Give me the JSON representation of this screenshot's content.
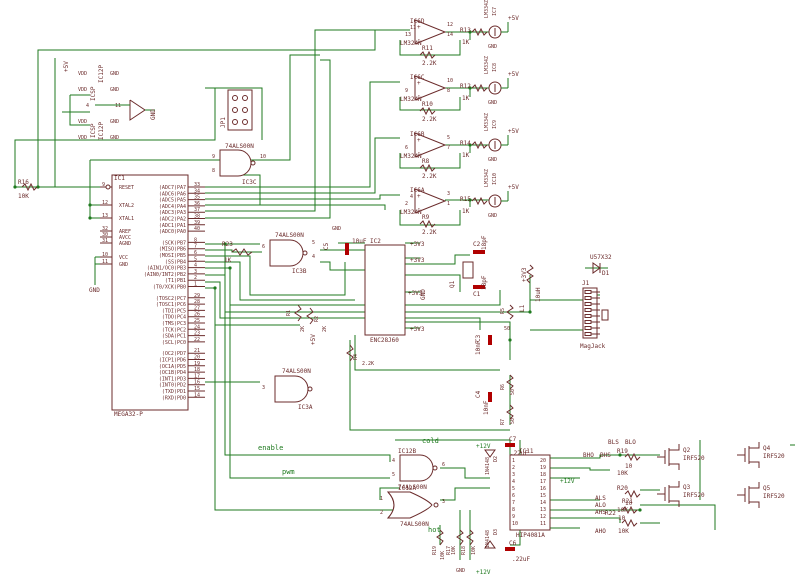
{
  "opamps": [
    {
      "ref": "IC6D",
      "part": "LM324N",
      "p_plus": "12",
      "p_minus": "13",
      "p_out": "14",
      "p_v": "11",
      "r_top": "R13",
      "r_top_v": "1K",
      "r_fb": "R11",
      "r_fb_v": "2.2K",
      "led": "LM334Z",
      "led_ref": "IC7",
      "vcc": "+5V",
      "gnd": "GND"
    },
    {
      "ref": "IC6C",
      "part": "LM324N",
      "p_plus": "10",
      "p_minus": "9",
      "p_out": "8",
      "p_v": "",
      "r_top": "R12",
      "r_top_v": "1K",
      "r_fb": "R10",
      "r_fb_v": "2.2K",
      "led": "LM334Z",
      "led_ref": "IC8",
      "vcc": "+5V",
      "gnd": "GND"
    },
    {
      "ref": "IC6B",
      "part": "LM324N",
      "p_plus": "5",
      "p_minus": "6",
      "p_out": "7",
      "p_v": "",
      "r_top": "R14",
      "r_top_v": "1K",
      "r_fb": "R8",
      "r_fb_v": "2.2K",
      "led": "LM334Z",
      "led_ref": "IC9",
      "vcc": "+5V",
      "gnd": "GND"
    },
    {
      "ref": "IC6A",
      "part": "LM324N",
      "p_plus": "3",
      "p_minus": "2",
      "p_out": "1",
      "p_v": "4",
      "r_top": "R15",
      "r_top_v": "1K",
      "r_fb": "R9",
      "r_fb_v": "2.2K",
      "led": "LM334Z",
      "led_ref": "IC10",
      "vcc": "+5V",
      "gnd": "GND"
    }
  ],
  "isp": {
    "labels": [
      "+5V",
      "IC12P",
      "ICSP",
      "ICSP",
      "IC12P"
    ],
    "pins": [
      "VDD",
      "VDD",
      "4",
      "VDD",
      "VDD"
    ],
    "gnds": [
      "GND",
      "GND",
      "11",
      "GND",
      "GND"
    ],
    "gnd_right": "GND",
    "jp_ref": "JP1"
  },
  "r16": {
    "ref": "R16",
    "value": "10K"
  },
  "mcu": {
    "ref": "IC1",
    "name": "MEGA32-P",
    "left_pins": [
      {
        "n": "9",
        "label": "RESET"
      },
      {
        "n": "12",
        "label": "XTAL2"
      },
      {
        "n": "13",
        "label": "XTAL1"
      },
      {
        "n": "32",
        "label": "AREF"
      },
      {
        "n": "30",
        "label": "AVCC"
      },
      {
        "n": "31",
        "label": "AGND"
      },
      {
        "n": "10",
        "label": "VCC"
      },
      {
        "n": "11",
        "label": "GND"
      }
    ],
    "right_pins": [
      {
        "n": "33",
        "label": "(ADC7)PA7"
      },
      {
        "n": "34",
        "label": "(ADC6)PA6"
      },
      {
        "n": "35",
        "label": "(ADC5)PA5"
      },
      {
        "n": "36",
        "label": "(ADC4)PA4"
      },
      {
        "n": "37",
        "label": "(ADC3)PA3"
      },
      {
        "n": "38",
        "label": "(ADC2)PA2"
      },
      {
        "n": "39",
        "label": "(ADC1)PA1"
      },
      {
        "n": "40",
        "label": "(ADC0)PA0"
      },
      {
        "n": "8",
        "label": "(SCK)PB7"
      },
      {
        "n": "7",
        "label": "(MISO)PB6"
      },
      {
        "n": "6",
        "label": "(MOSI)PB5"
      },
      {
        "n": "5",
        "label": "(SS)PB4"
      },
      {
        "n": "4",
        "label": "(AIN1/OC0)PB3"
      },
      {
        "n": "3",
        "label": "(AIN0/INT2)PB2"
      },
      {
        "n": "2",
        "label": "(T1)PB1"
      },
      {
        "n": "1",
        "label": "(T0/XCK)PB0"
      },
      {
        "n": "29",
        "label": "(TOSC2)PC7"
      },
      {
        "n": "28",
        "label": "(TOSC1)PC6"
      },
      {
        "n": "27",
        "label": "(TDI)PC5"
      },
      {
        "n": "26",
        "label": "(TDO)PC4"
      },
      {
        "n": "25",
        "label": "(TMS)PC3"
      },
      {
        "n": "24",
        "label": "(TCK)PC2"
      },
      {
        "n": "23",
        "label": "(SDA)PC1"
      },
      {
        "n": "22",
        "label": "(SCL)PC0"
      },
      {
        "n": "21",
        "label": "(OC2)PD7"
      },
      {
        "n": "20",
        "label": "(ICP1)PD6"
      },
      {
        "n": "19",
        "label": "(OC1A)PD5"
      },
      {
        "n": "18",
        "label": "(OC1B)PD4"
      },
      {
        "n": "17",
        "label": "(INT1)PD3"
      },
      {
        "n": "16",
        "label": "(INT0)PD2"
      },
      {
        "n": "15",
        "label": "(TXD)PD1"
      },
      {
        "n": "14",
        "label": "(RXD)PD0"
      }
    ],
    "gnd": "GND"
  },
  "ic3c": {
    "ref": "IC3C",
    "part": "74ALS00N",
    "p1": "9",
    "p2": "8",
    "p3": "10"
  },
  "ic3b": {
    "ref": "IC3B",
    "part": "74ALS00N",
    "p1": "5",
    "p2": "4",
    "p3": "6"
  },
  "ic3a": {
    "ref": "IC3A",
    "part": "74ALS00N",
    "p1": "1",
    "p2": "2",
    "p3": "3"
  },
  "r23": {
    "ref": "R23",
    "value": "1K"
  },
  "enc": {
    "ref": "IC2",
    "name": "ENC28J60",
    "c5": "C5",
    "c5v": "10uF",
    "gnd": "GND",
    "rails": [
      "+3V3",
      "+3V3",
      "+3V3",
      "+3V3"
    ],
    "r_left": [
      "R1",
      "R2"
    ],
    "r_left_v": [
      "2K",
      "2K"
    ],
    "plus5": "+5V",
    "r4": "R4",
    "r4v": "2.2K"
  },
  "xtal": {
    "q": "Q1",
    "c2": "C2",
    "c2v": "18pF",
    "c1": "C1",
    "c1v": "18pF",
    "gnd": "GND"
  },
  "magjack": {
    "ref": "J1",
    "name": "MagJack",
    "l1": "L1",
    "l1v": "10uH",
    "plus": "+3V3",
    "r": [
      "R5",
      "R6",
      "R7"
    ],
    "r_v": [
      "50",
      "50",
      "50"
    ],
    "c3": "C3",
    "c3v": "10nF",
    "c4": "C4",
    "c4v": "10nF"
  },
  "diode_top": {
    "ref": "D1",
    "part": "U57X32"
  },
  "gates": [
    {
      "ref": "IC12B",
      "part": "74ALS00N",
      "pins": [
        "4",
        "5",
        "6"
      ]
    },
    {
      "ref": "IC12A",
      "part": "74ALS00N",
      "pins": [
        "1",
        "2",
        "3"
      ]
    }
  ],
  "signals": {
    "enable": "enable",
    "pwm": "pwm",
    "cold": "cold",
    "hot": "hot"
  },
  "driver": {
    "ref": "IC11",
    "name": "HIP4081A",
    "bhd": "BHO",
    "bhs": "BHS",
    "bls": "BLS",
    "blo": "BLO",
    "als": "ALS",
    "alo": "ALO",
    "ahs": "AHS",
    "aho": "AHO",
    "plus12": "+12V",
    "pins_l": [
      "1",
      "2",
      "3",
      "4",
      "5",
      "6",
      "7",
      "8",
      "9",
      "10"
    ],
    "pins_r": [
      "20",
      "19",
      "18",
      "17",
      "16",
      "15",
      "14",
      "13",
      "12",
      "11"
    ]
  },
  "cap_c7": {
    "ref": "C7",
    "value": ".22uF"
  },
  "cap_c6": {
    "ref": "C6",
    "value": ".22uF"
  },
  "diodes": [
    {
      "ref": "D2",
      "part": "1N4148"
    },
    {
      "ref": "D3",
      "part": "1N4148"
    }
  ],
  "resistors_low": [
    {
      "ref": "R17",
      "value": "10K"
    },
    {
      "ref": "R18",
      "value": "10K"
    },
    {
      "ref": "R19",
      "value": "10K"
    }
  ],
  "mosfets": [
    {
      "ref": "Q2",
      "part": "IRF520",
      "r": "R19",
      "rv": "10",
      "r2": "10K"
    },
    {
      "ref": "Q3",
      "part": "IRF520",
      "r": "R20",
      "rv": "10",
      "r2": "10K"
    },
    {
      "ref": "Q4",
      "part": "IRF520"
    },
    {
      "ref": "Q5",
      "part": "IRF520"
    }
  ],
  "r21": {
    "ref": "R21",
    "value": "10"
  },
  "r22": {
    "ref": "R22",
    "value": "10K"
  }
}
